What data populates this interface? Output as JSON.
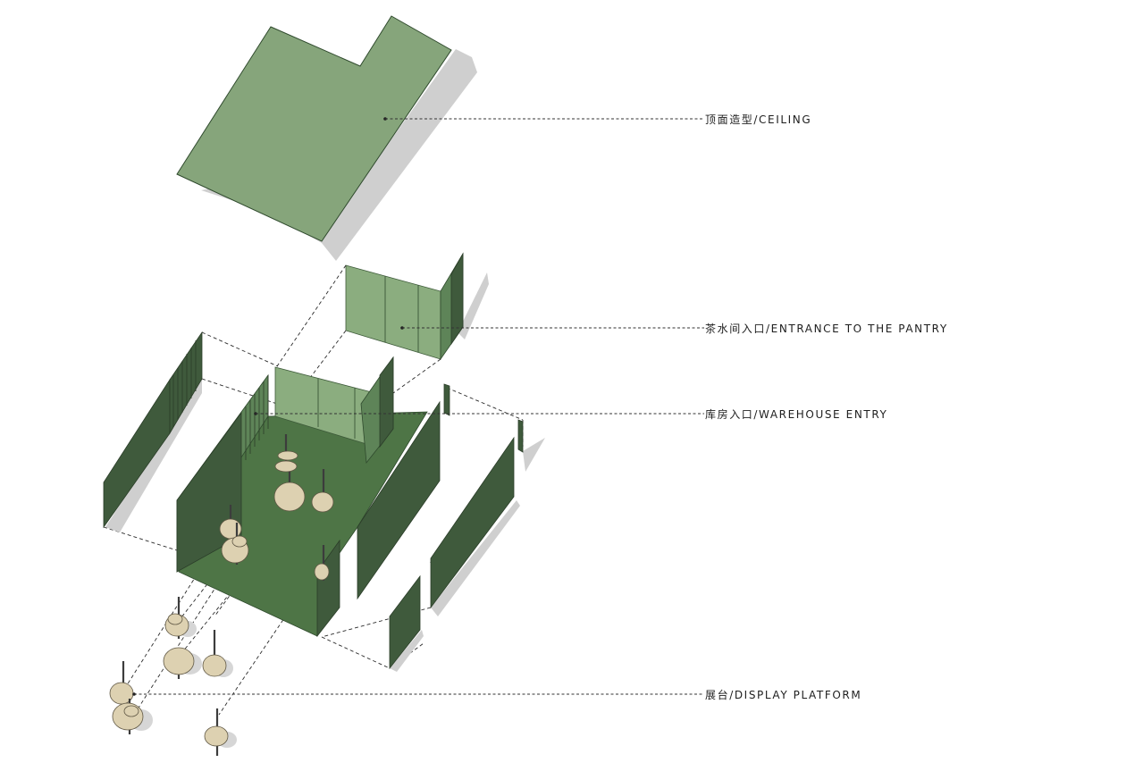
{
  "callouts": [
    {
      "id": "ceiling",
      "label": "顶面造型/CEILING"
    },
    {
      "id": "pantry",
      "label": "茶水间入口/ENTRANCE TO THE PANTRY"
    },
    {
      "id": "warehouse",
      "label": "库房入口/WAREHOUSE ENTRY"
    },
    {
      "id": "platform",
      "label": "展台/DISPLAY PLATFORM"
    }
  ],
  "colors": {
    "ceiling": "#86a57b",
    "wall_dark": "#3f5a3c",
    "floor": "#4e7546",
    "display_disc": "#ddd1b1"
  }
}
